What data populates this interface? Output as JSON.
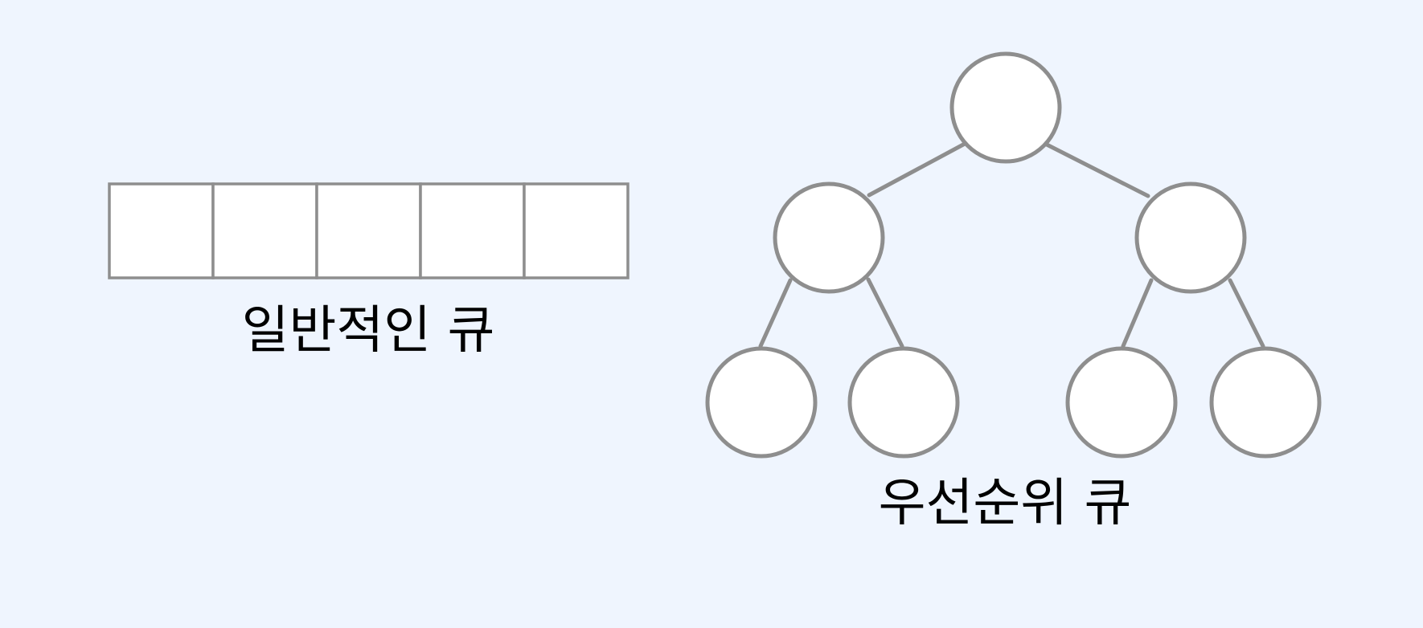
{
  "queue": {
    "label": "일반적인 큐",
    "cell_count": 5
  },
  "priority_queue": {
    "label": "우선순위 큐",
    "node_count": 7
  },
  "colors": {
    "background": "#eff5fe",
    "fill": "#ffffff",
    "stroke": "#8e8e8e",
    "text": "#000000"
  }
}
